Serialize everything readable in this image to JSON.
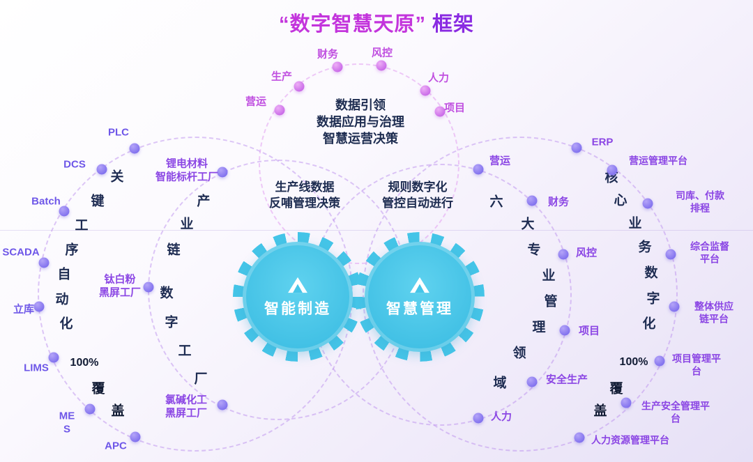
{
  "title": {
    "main": "“数字智慧天原”",
    "suffix": " 框架"
  },
  "top_circle": {
    "center_text": "数据引领\n数据应用与治理\n智慧运营决策",
    "nodes": [
      "营运",
      "生产",
      "财务",
      "风控",
      "人力",
      "项目"
    ]
  },
  "left_outer": {
    "arc": [
      "关",
      "键",
      "工",
      "序",
      "自",
      "动",
      "化"
    ],
    "stats": [
      "100%",
      "覆",
      "盖"
    ],
    "nodes": [
      "PLC",
      "DCS",
      "Batch",
      "SCADA",
      "立库",
      "LIMS",
      "MES",
      "APC"
    ]
  },
  "left_inner": {
    "arc": [
      "产",
      "业",
      "链",
      "数",
      "字",
      "工",
      "厂"
    ],
    "nodes": [
      "锂电材料\n智能标杆工厂",
      "钛白粉\n黑屏工厂",
      "氯碱化工\n黑屏工厂"
    ]
  },
  "gears": [
    {
      "label": "智能制造",
      "caption": "生产线数据\n反哺管理决策"
    },
    {
      "label": "智慧管理",
      "caption": "规则数字化\n管控自动进行"
    }
  ],
  "right_inner": {
    "arc": [
      "六",
      "大",
      "专",
      "业",
      "管",
      "理",
      "领",
      "域"
    ],
    "nodes": [
      "营运",
      "财务",
      "风控",
      "项目",
      "安全生产",
      "人力"
    ]
  },
  "right_outer": {
    "arc": [
      "核",
      "心",
      "业",
      "务",
      "数",
      "字",
      "化"
    ],
    "stats": [
      "100%",
      "覆",
      "盖"
    ],
    "nodes": [
      "ERP",
      "营运管理平台",
      "司库、付款排程",
      "综合监督平台",
      "整体供应链平台",
      "项目管理平台",
      "生产安全管理平台",
      "人力资源管理平台"
    ]
  },
  "colors": {
    "accent_cyan": "#45c5e8",
    "accent_purple": "#8a2be2",
    "accent_magenta": "#c334dc",
    "node_purple": "#8070ee",
    "node_pink": "#c969e8",
    "text_navy": "#1e2c52"
  }
}
